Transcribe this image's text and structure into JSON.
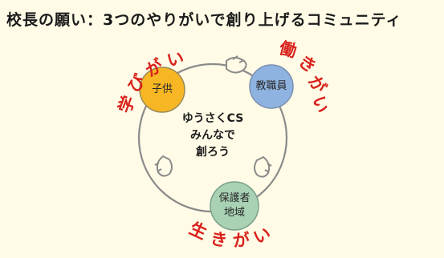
{
  "title": "校長の願い：3つのやりがいで創り上げるコミュニティ",
  "center": {
    "line1": "ゆうさくCS",
    "line2": "みんなで",
    "line3": "創ろう"
  },
  "nodes": {
    "child": {
      "label": "子供",
      "color": "#f7b623"
    },
    "teacher": {
      "label": "教職員",
      "color": "#8fb3e0"
    },
    "community": {
      "line1": "保護者",
      "line2": "地域",
      "color": "#a9d2b4"
    }
  },
  "phrases": {
    "learning": "学びがい",
    "working": "働きがい",
    "living": "生きがい"
  },
  "colors": {
    "accent": "#d9211c",
    "background": "#fffbe6"
  }
}
